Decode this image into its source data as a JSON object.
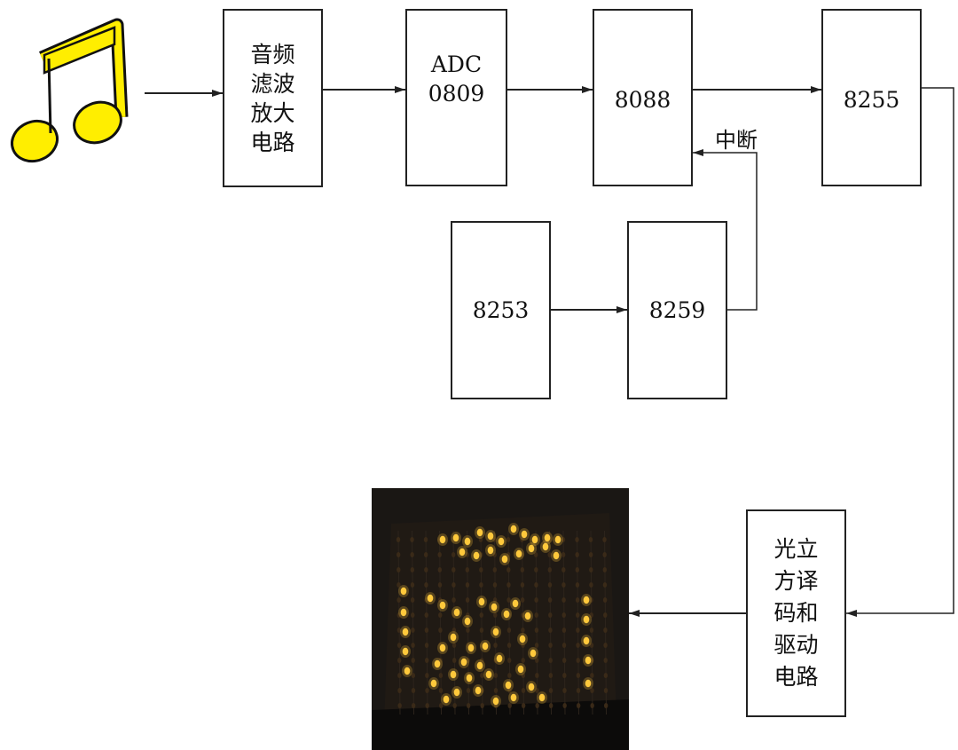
{
  "blocks": {
    "filter_amp": "音频\n滤波\n放大\n电路",
    "adc": "ADC\n0809",
    "cpu": "8088",
    "ppi": "8255",
    "timer": "8253",
    "pic": "8259",
    "cube_driver": "光立\n方译\n码和\n驱动\n电路"
  },
  "edge_labels": {
    "interrupt": "中断"
  },
  "icons": {
    "input": "music-note-icon",
    "output": "led-cube-photo"
  },
  "colors": {
    "note_fill": "#ffee00",
    "note_stroke": "#111111",
    "led_on": "#ffc93c",
    "led_off": "#3a2a18",
    "photo_bg": "#161412",
    "line": "#222222"
  }
}
